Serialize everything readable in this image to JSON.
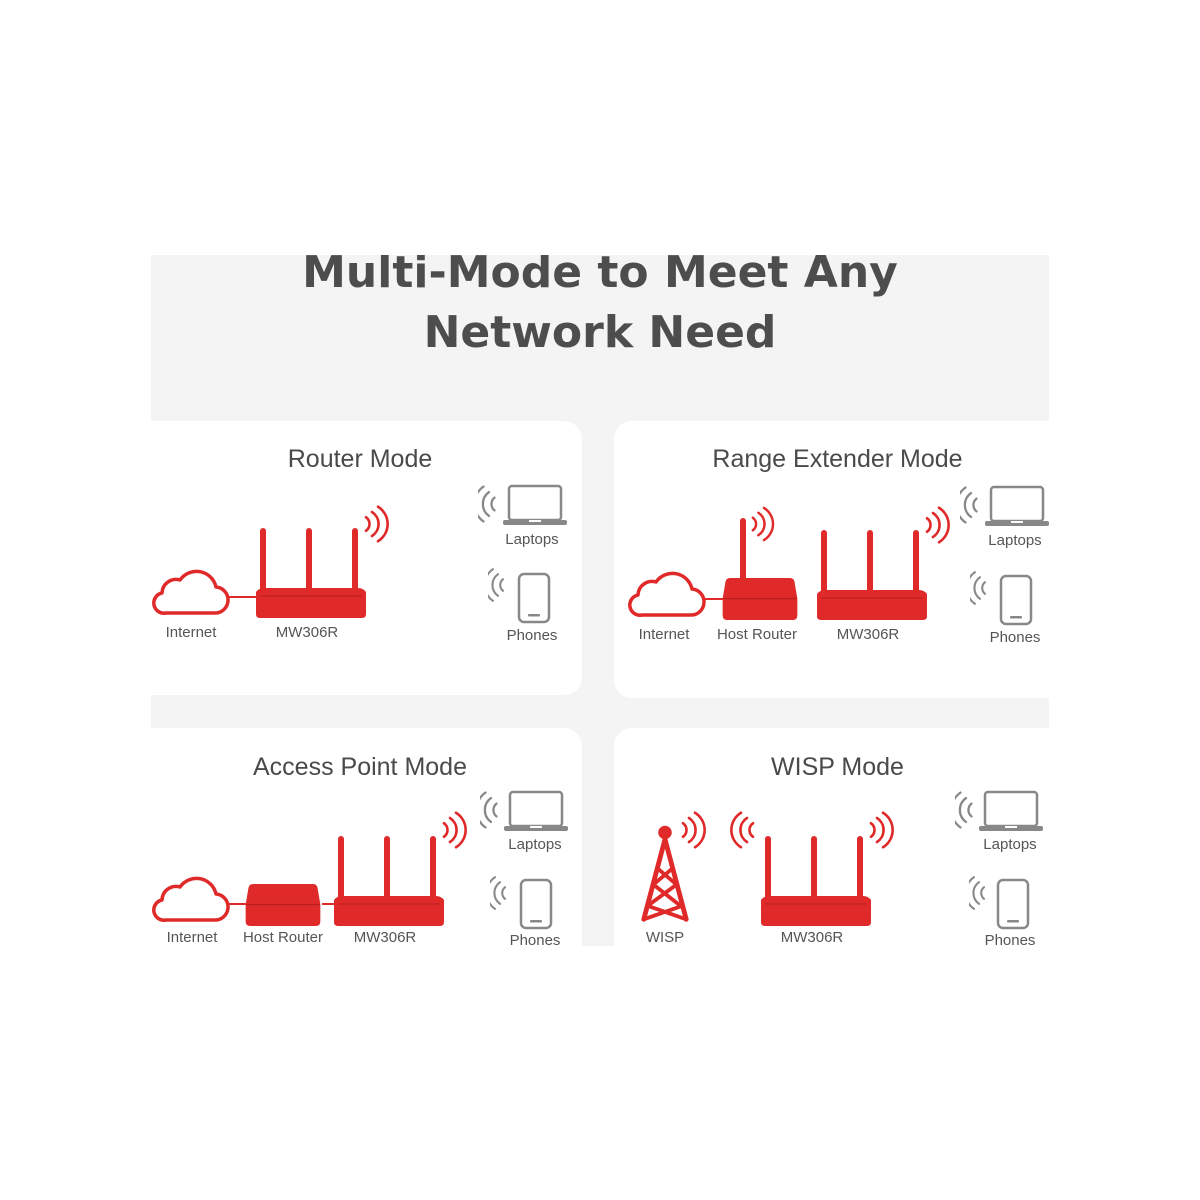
{
  "heading": {
    "line1": "Multi-Mode to Meet Any",
    "line2": "Network Need"
  },
  "colors": {
    "accent": "#e02a2a",
    "panel_bg": "#f4f4f4",
    "card_bg": "#ffffff",
    "title_text": "#4d4d4d",
    "icon_gray": "#888888"
  },
  "modes": {
    "router": {
      "title": "Router Mode",
      "internet": "Internet",
      "device": "MW306R",
      "laptops": "Laptops",
      "phones": "Phones"
    },
    "extender": {
      "title": "Range Extender Mode",
      "internet": "Internet",
      "host": "Host Router",
      "device": "MW306R",
      "laptops": "Laptops",
      "phones": "Phones"
    },
    "ap": {
      "title": "Access Point Mode",
      "internet": "Internet",
      "host": "Host Router",
      "device": "MW306R",
      "laptops": "Laptops",
      "phones": "Phones"
    },
    "wisp": {
      "title": "WISP Mode",
      "wisp": "WISP",
      "device": "MW306R",
      "laptops": "Laptops",
      "phones": "Phones"
    }
  }
}
